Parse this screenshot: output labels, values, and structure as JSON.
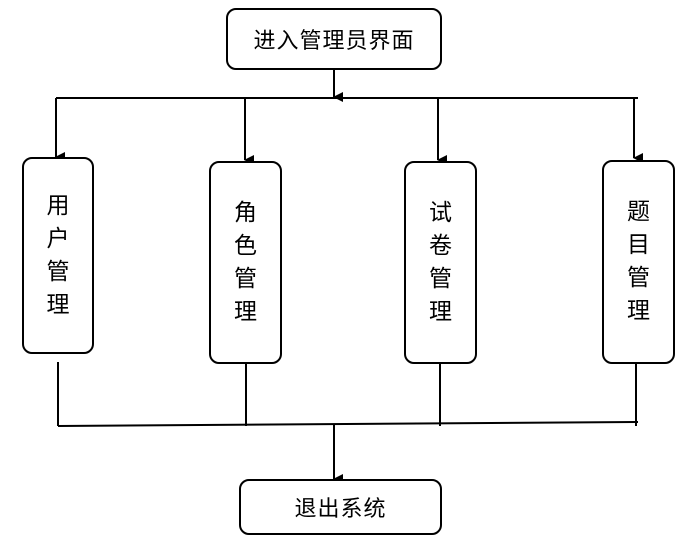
{
  "entry": {
    "label": "进入管理员界面"
  },
  "modules": [
    {
      "label": "用户管理"
    },
    {
      "label": "角色管理"
    },
    {
      "label": "试卷管理"
    },
    {
      "label": "题目管理"
    }
  ],
  "exit": {
    "label": "退出系统"
  }
}
